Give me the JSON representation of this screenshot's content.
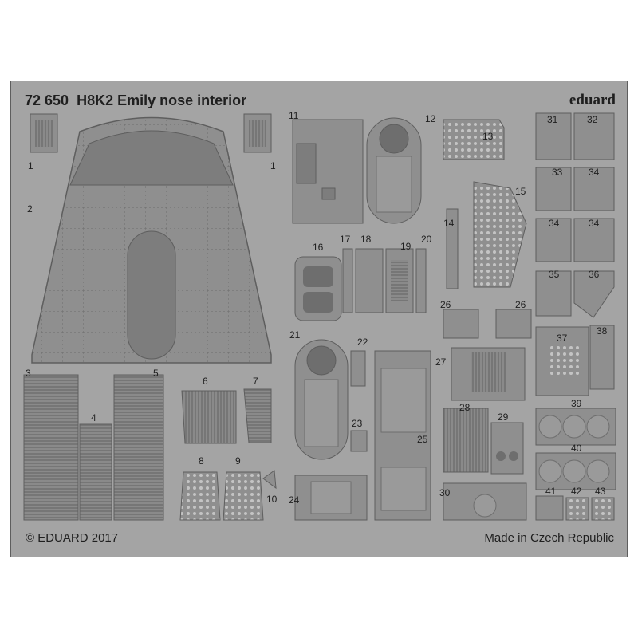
{
  "header": {
    "set_number": "72 650",
    "title": "H8K2 Emily nose interior",
    "brand": "eduard"
  },
  "footer": {
    "copyright": "© EDUARD 2017",
    "made_in": "Made in Czech Republic"
  },
  "part_numbers": [
    "1",
    "1",
    "2",
    "3",
    "4",
    "5",
    "6",
    "7",
    "8",
    "9",
    "10",
    "11",
    "12",
    "13",
    "14",
    "15",
    "16",
    "17",
    "18",
    "19",
    "20",
    "21",
    "22",
    "23",
    "24",
    "25",
    "26",
    "26",
    "27",
    "28",
    "29",
    "30",
    "31",
    "32",
    "33",
    "34",
    "34",
    "34",
    "35",
    "36",
    "37",
    "38",
    "39",
    "40",
    "41",
    "42",
    "43"
  ],
  "colors": {
    "fret": "#a4a4a4",
    "part": "#8f8f8f",
    "part_dark": "#7a7a7a",
    "outline": "#5e5e5e",
    "text": "#1f1f1f"
  }
}
